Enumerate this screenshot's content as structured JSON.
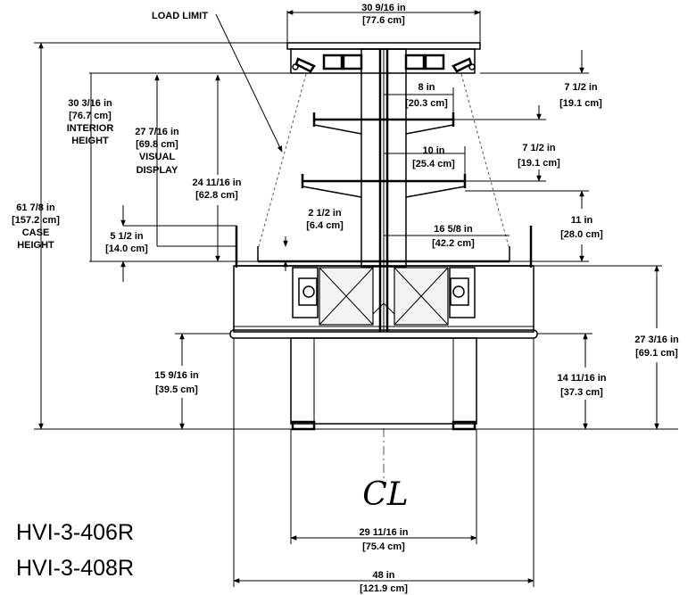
{
  "load_limit": "LOAD LIMIT",
  "dims": {
    "top_width": [
      "30 9/16 in",
      "[77.6 cm]"
    ],
    "case_height": [
      "61 7/8 in",
      "[157.2 cm]",
      "CASE",
      "HEIGHT"
    ],
    "interior_height": [
      "30 3/16 in",
      "[76.7 cm]",
      "INTERIOR",
      "HEIGHT"
    ],
    "visual_display": [
      "27 7/16 in",
      "[69.8 cm]",
      "VISUAL",
      "DISPLAY"
    ],
    "height_24": [
      "24 11/16 in",
      "[62.8 cm]"
    ],
    "height_5": [
      "5 1/2 in",
      "[14.0 cm]"
    ],
    "deck_2": [
      "2 1/2 in",
      "[6.4 cm]"
    ],
    "shelf_8": [
      "8 in",
      "[20.3 cm]"
    ],
    "shelf_10": [
      "10 in",
      "[25.4 cm]"
    ],
    "deck_16": [
      "16 5/8 in",
      "[42.2 cm]"
    ],
    "gap_7a": [
      "7 1/2 in",
      "[19.1 cm]"
    ],
    "gap_7b": [
      "7 1/2 in",
      "[19.1 cm]"
    ],
    "gap_11": [
      "11 in",
      "[28.0 cm]"
    ],
    "base_27": [
      "27 3/16 in",
      "[69.1 cm]"
    ],
    "base_15": [
      "15 9/16 in",
      "[39.5 cm]"
    ],
    "base_14": [
      "14 11/16 in",
      "[37.3 cm]"
    ],
    "base_29": [
      "29 11/16 in",
      "[75.4 cm]"
    ],
    "overall_48": [
      "48 in",
      "[121.9 cm]"
    ]
  },
  "centerline_symbol": "CL",
  "models": [
    "HVI-3-406R",
    "HVI-3-408R"
  ]
}
